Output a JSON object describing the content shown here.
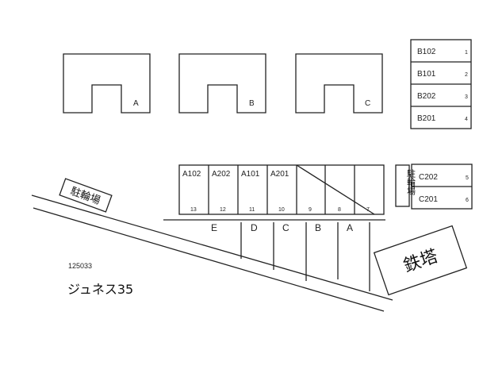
{
  "buildings": [
    {
      "label": "A"
    },
    {
      "label": "B"
    },
    {
      "label": "C"
    }
  ],
  "unit_list_top": [
    {
      "unit": "B102",
      "num": "1"
    },
    {
      "unit": "B101",
      "num": "2"
    },
    {
      "unit": "B202",
      "num": "3"
    },
    {
      "unit": "B201",
      "num": "4"
    }
  ],
  "parking_bays": [
    {
      "unit": "A102",
      "num": "13"
    },
    {
      "unit": "A202",
      "num": "12"
    },
    {
      "unit": "A101",
      "num": "11"
    },
    {
      "unit": "A201",
      "num": "10"
    },
    {
      "unit": "",
      "num": "9"
    },
    {
      "unit": "",
      "num": "8"
    },
    {
      "unit": "",
      "num": "7"
    }
  ],
  "parking_side_label": "駐輪場",
  "unit_list_right": [
    {
      "unit": "C202",
      "num": "5"
    },
    {
      "unit": "C201",
      "num": "6"
    }
  ],
  "lower_bays": [
    "E",
    "D",
    "C",
    "B",
    "A"
  ],
  "bike_parking_label": "駐輪場",
  "tower_label": "鉄塔",
  "code": "125033",
  "property_name": "ジュネス35"
}
